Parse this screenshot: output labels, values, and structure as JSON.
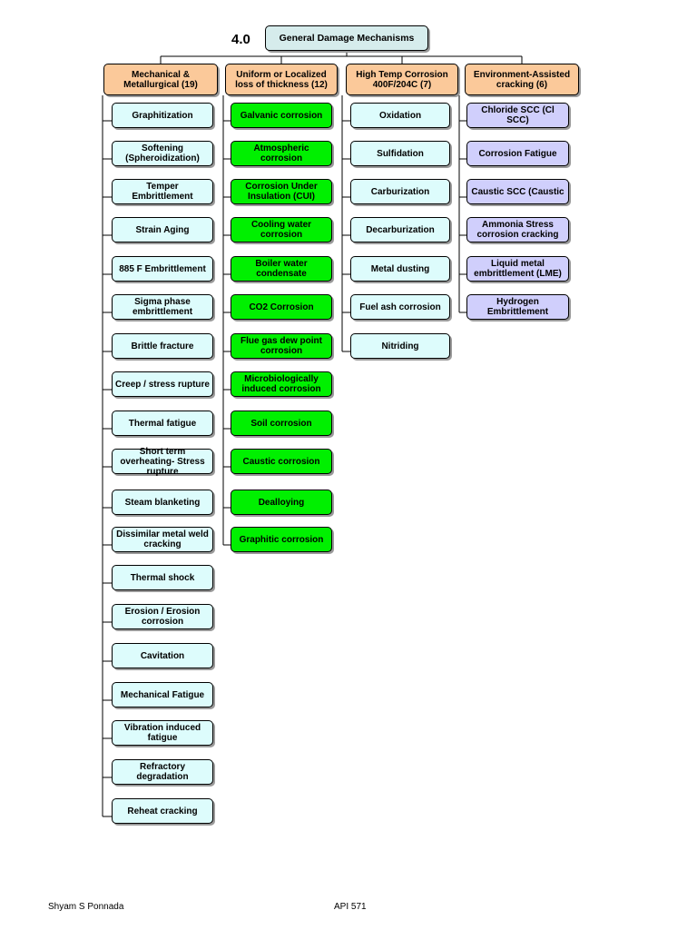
{
  "root": {
    "section_number": "4.0",
    "title": "General Damage Mechanisms"
  },
  "columns": [
    {
      "heading": "Mechanical & Metallurgical (19)",
      "color": "#ddfcfc",
      "items": [
        "Graphitization",
        "Softening (Spheroidization)",
        "Temper Embrittlement",
        "Strain Aging",
        "885 F Embrittlement",
        "Sigma phase embrittlement",
        "Brittle fracture",
        "Creep / stress rupture",
        "Thermal fatigue",
        "Short term overheating- Stress rupture",
        "Steam blanketing",
        "Dissimilar metal weld cracking",
        "Thermal shock",
        "Erosion / Erosion corrosion",
        "Cavitation",
        "Mechanical Fatigue",
        "Vibration induced fatigue",
        "Refractory degradation",
        "Reheat cracking"
      ]
    },
    {
      "heading": "Uniform or Localized loss of thickness (12)",
      "color": "#00f000",
      "items": [
        "Galvanic corrosion",
        "Atmospheric corrosion",
        "Corrosion Under Insulation (CUI)",
        "Cooling water corrosion",
        "Boiler water condensate",
        "CO2 Corrosion",
        "Flue gas dew point corrosion",
        "Microbiologically induced corrosion",
        "Soil corrosion",
        "Caustic corrosion",
        "Dealloying",
        "Graphitic corrosion"
      ]
    },
    {
      "heading": "High Temp Corrosion 400F/204C (7)",
      "color": "#ddfcfc",
      "items": [
        "Oxidation",
        "Sulfidation",
        "Carburization",
        "Decarburization",
        "Metal dusting",
        "Fuel ash corrosion",
        "Nitriding"
      ]
    },
    {
      "heading": "Environment-Assisted cracking (6)",
      "color": "#d0cffc",
      "items": [
        "Chloride SCC (Cl SCC)",
        "Corrosion Fatigue",
        "Caustic SCC (Caustic",
        "Ammonia Stress corrosion cracking",
        "Liquid metal embrittlement (LME)",
        "Hydrogen Embrittlement"
      ]
    }
  ],
  "footer": {
    "author": "Shyam S Ponnada",
    "reference": "API 571"
  }
}
